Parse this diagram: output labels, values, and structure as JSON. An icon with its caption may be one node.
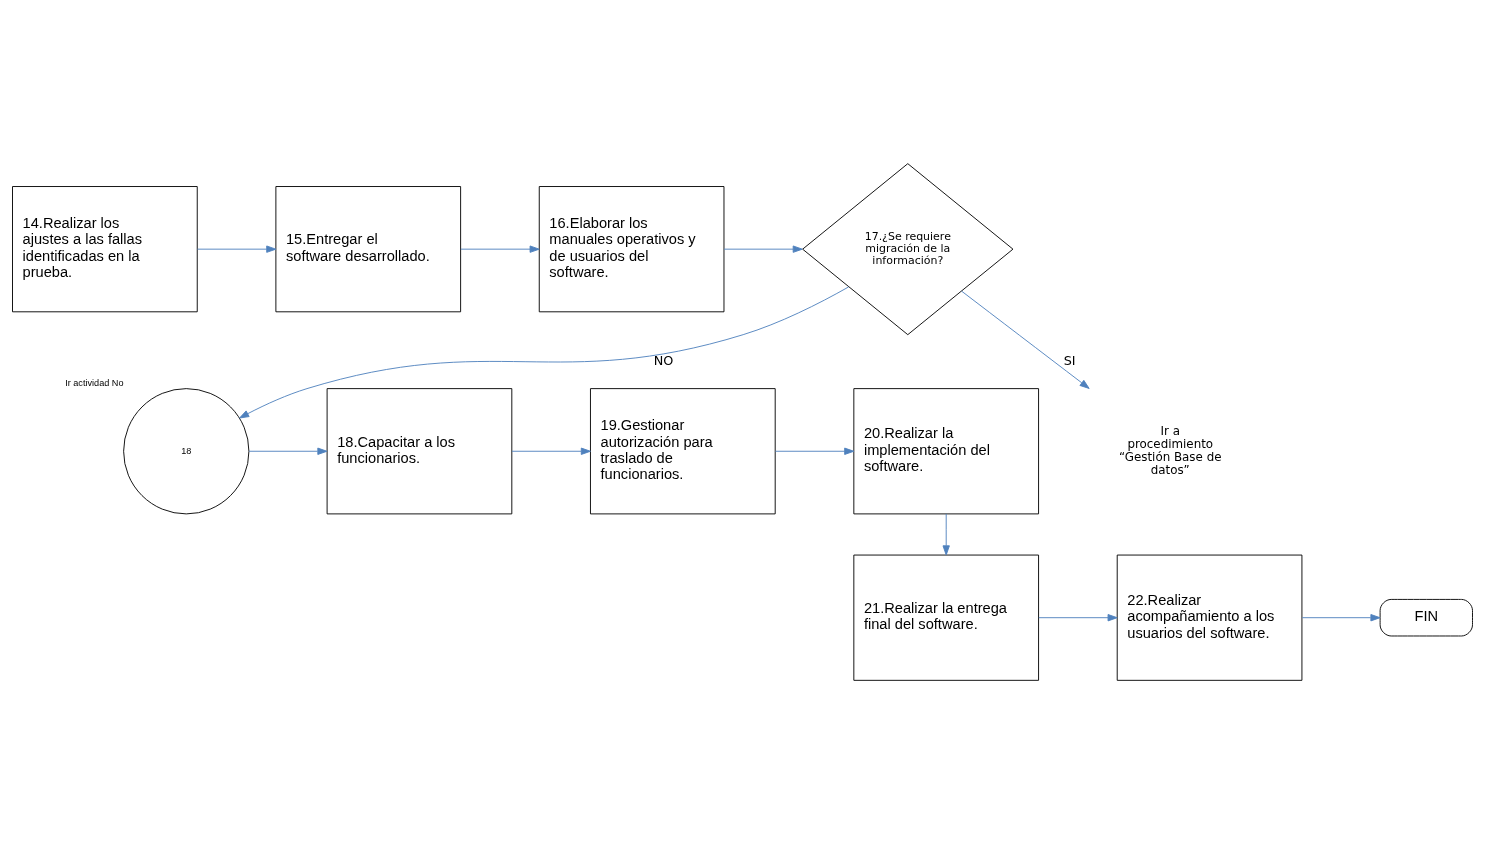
{
  "diagram": {
    "nodes": [
      {
        "text": [
          "14.Realizar los ajustes a las fallas identificadas en la prueba."
        ]
      },
      {
        "text": [
          "15.Entregar el software desarrollado."
        ]
      },
      {
        "text": [
          "16.Elaborar los manuales operativos y de usuarios del software."
        ]
      },
      {
        "text": [
          "17.¿Se requiere migración de la información?"
        ]
      },
      {
        "text": [
          "20.Realizar la implementación del software."
        ]
      },
      {
        "text": [
          "19.Gestionar autorización para traslado de funcionarios."
        ]
      },
      {
        "text": [
          "18.Capacitar a los funcionarios."
        ]
      },
      {
        "text": [
          "18"
        ],
        "beside": [
          "Ir actividad No"
        ]
      },
      {
        "text": [
          "Ir a procedimiento “Gestión Base de datos”"
        ]
      },
      {
        "text": [
          "21.Realizar la entrega final del software."
        ]
      },
      {
        "text": [
          "22.Realizar acompañamiento a los usuarios del software."
        ]
      },
      {
        "text": [
          "FIN"
        ]
      }
    ],
    "edges": [
      {
        "from": 0,
        "to": 1,
        "arrow": "to"
      },
      {
        "from": 1,
        "to": 2,
        "arrow": "to"
      },
      {
        "from": 2,
        "to": 3,
        "arrow": "to"
      },
      {
        "from": 3,
        "to": 7,
        "arrow": "to",
        "label": "NO"
      },
      {
        "from": 3,
        "to": 8,
        "arrow": "to",
        "label": "SI"
      },
      {
        "from": 7,
        "to": 6,
        "arrow": "to"
      },
      {
        "from": 6,
        "to": 5,
        "arrow": "to"
      },
      {
        "from": 5,
        "to": 4,
        "arrow": "to"
      },
      {
        "from": 4,
        "to": 9,
        "arrow": "to"
      },
      {
        "from": 9,
        "to": 10,
        "arrow": "to"
      },
      {
        "from": 10,
        "to": 11,
        "arrow": "to"
      }
    ]
  }
}
